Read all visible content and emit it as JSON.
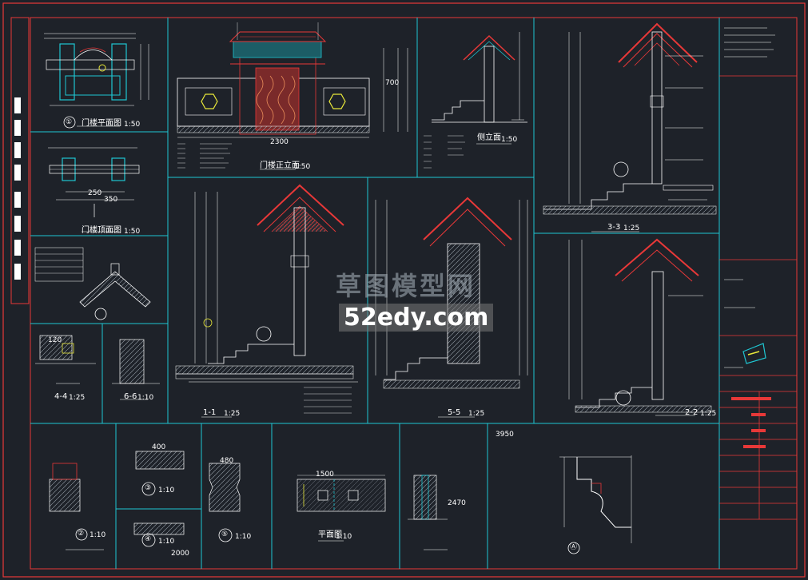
{
  "drawing": {
    "views": [
      {
        "id": "plan-top",
        "label": "门楼平面图",
        "scale": "1:50",
        "num": "①"
      },
      {
        "id": "plan-roof",
        "label": "门楼顶面图",
        "scale": "1:50",
        "num": ""
      },
      {
        "id": "front-elev",
        "label": "门楼正立面",
        "scale": "1:50",
        "num": ""
      },
      {
        "id": "side-elev",
        "label": "侧立面",
        "scale": "1:50",
        "num": ""
      },
      {
        "id": "sec-11",
        "label": "1-1",
        "scale": "1:25",
        "num": ""
      },
      {
        "id": "sec-55",
        "label": "5-5",
        "scale": "1:25",
        "num": ""
      },
      {
        "id": "sec-33",
        "label": "3-3",
        "scale": "1:25",
        "num": ""
      },
      {
        "id": "sec-22",
        "label": "2-2",
        "scale": "1:25",
        "num": ""
      },
      {
        "id": "sec-44",
        "label": "4-4",
        "scale": "1:25",
        "num": ""
      },
      {
        "id": "sec-66",
        "label": "6-6",
        "scale": "1:10",
        "num": ""
      },
      {
        "id": "det-2",
        "label": "",
        "scale": "1:10",
        "num": "②"
      },
      {
        "id": "det-3",
        "label": "",
        "scale": "1:10",
        "num": "③"
      },
      {
        "id": "det-4",
        "label": "",
        "scale": "1:10",
        "num": "④"
      },
      {
        "id": "det-5",
        "label": "",
        "scale": "1:10",
        "num": "⑤"
      },
      {
        "id": "det-plan",
        "label": "平面图",
        "scale": "1:10",
        "num": ""
      },
      {
        "id": "det-a",
        "label": "",
        "scale": "",
        "num": "Ⓐ"
      }
    ],
    "watermark_cn": "草图模型网",
    "watermark_url": "52edy.com",
    "dims": [
      "2300",
      "3950",
      "1500",
      "2000",
      "2470",
      "400",
      "480",
      "700",
      "350",
      "250",
      "120"
    ]
  },
  "colors": {
    "bg": "#1e2229",
    "frame": "#e83838",
    "grid": "#1ec6d2",
    "line": "#ffffff",
    "accent": "#e8e83a",
    "hatch": "#b0b0b0"
  }
}
